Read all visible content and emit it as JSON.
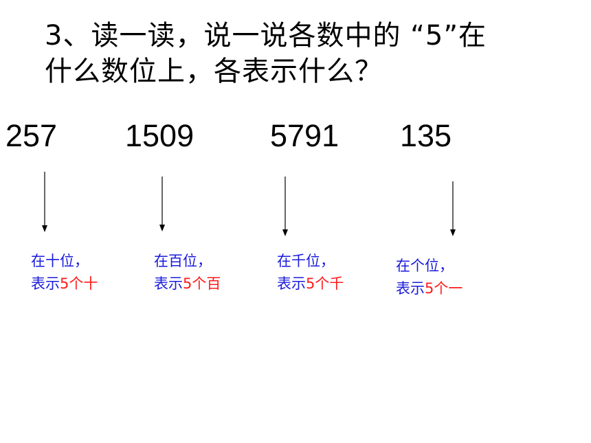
{
  "title": {
    "line1": "3、读一读，说一说各数中的 “5”在",
    "line2": "什么数位上，各表示什么？"
  },
  "items": [
    {
      "number": "257",
      "place": "在十位，",
      "prefix": "表示",
      "digit": "5",
      "unit": "个十"
    },
    {
      "number": "1509",
      "place": "在百位，",
      "prefix": "表示",
      "digit": "5",
      "unit": "个百"
    },
    {
      "number": "5791",
      "place": "在千位，",
      "prefix": "表示",
      "digit": "5",
      "unit": "个千"
    },
    {
      "number": "135",
      "place": "在个位，",
      "prefix": "表示",
      "digit": "5",
      "unit": "个一"
    }
  ],
  "colors": {
    "explanation_text": "#1a1adc",
    "highlight": "#ff1a1a",
    "arrow": "#000000"
  }
}
